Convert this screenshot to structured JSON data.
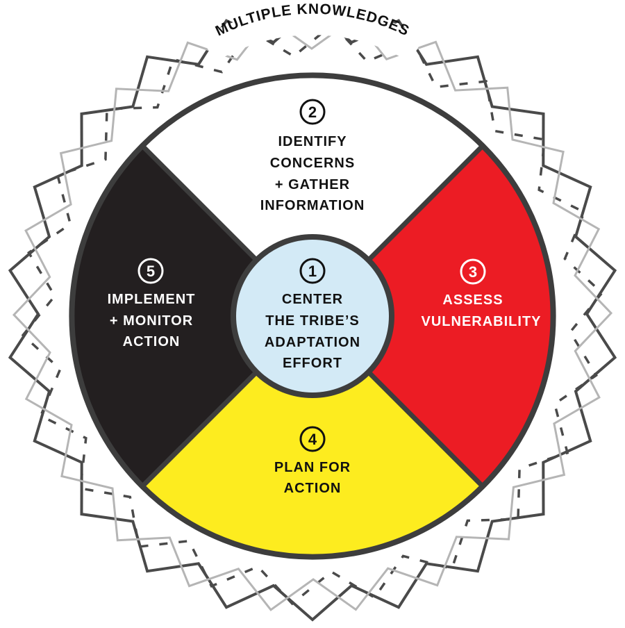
{
  "outer_label": "MULTIPLE KNOWLEDGES",
  "colors": {
    "outline": "#3d3d3d",
    "zigzag": "#4a4a4a",
    "zigzag_light": "#b5b5b5",
    "segment_top": "#ffffff",
    "segment_right": "#ec1c24",
    "segment_bottom": "#fdec1f",
    "segment_left": "#231f20",
    "center_fill": "#d3eaf6",
    "text_dark": "#111111",
    "text_light": "#ffffff"
  },
  "segments": {
    "center": {
      "number": "1",
      "lines": [
        "CENTER",
        "THE TRIBE’S",
        "ADAPTATION",
        "EFFORT"
      ]
    },
    "top": {
      "number": "2",
      "lines": [
        "IDENTIFY",
        "CONCERNS",
        "+ GATHER",
        "INFORMATION"
      ]
    },
    "right": {
      "number": "3",
      "lines": [
        "ASSESS",
        "VULNERABILITY"
      ]
    },
    "bottom": {
      "number": "4",
      "lines": [
        "PLAN FOR",
        "ACTION"
      ]
    },
    "left": {
      "number": "5",
      "lines": [
        "IMPLEMENT",
        "+ MONITOR",
        "ACTION"
      ]
    }
  }
}
